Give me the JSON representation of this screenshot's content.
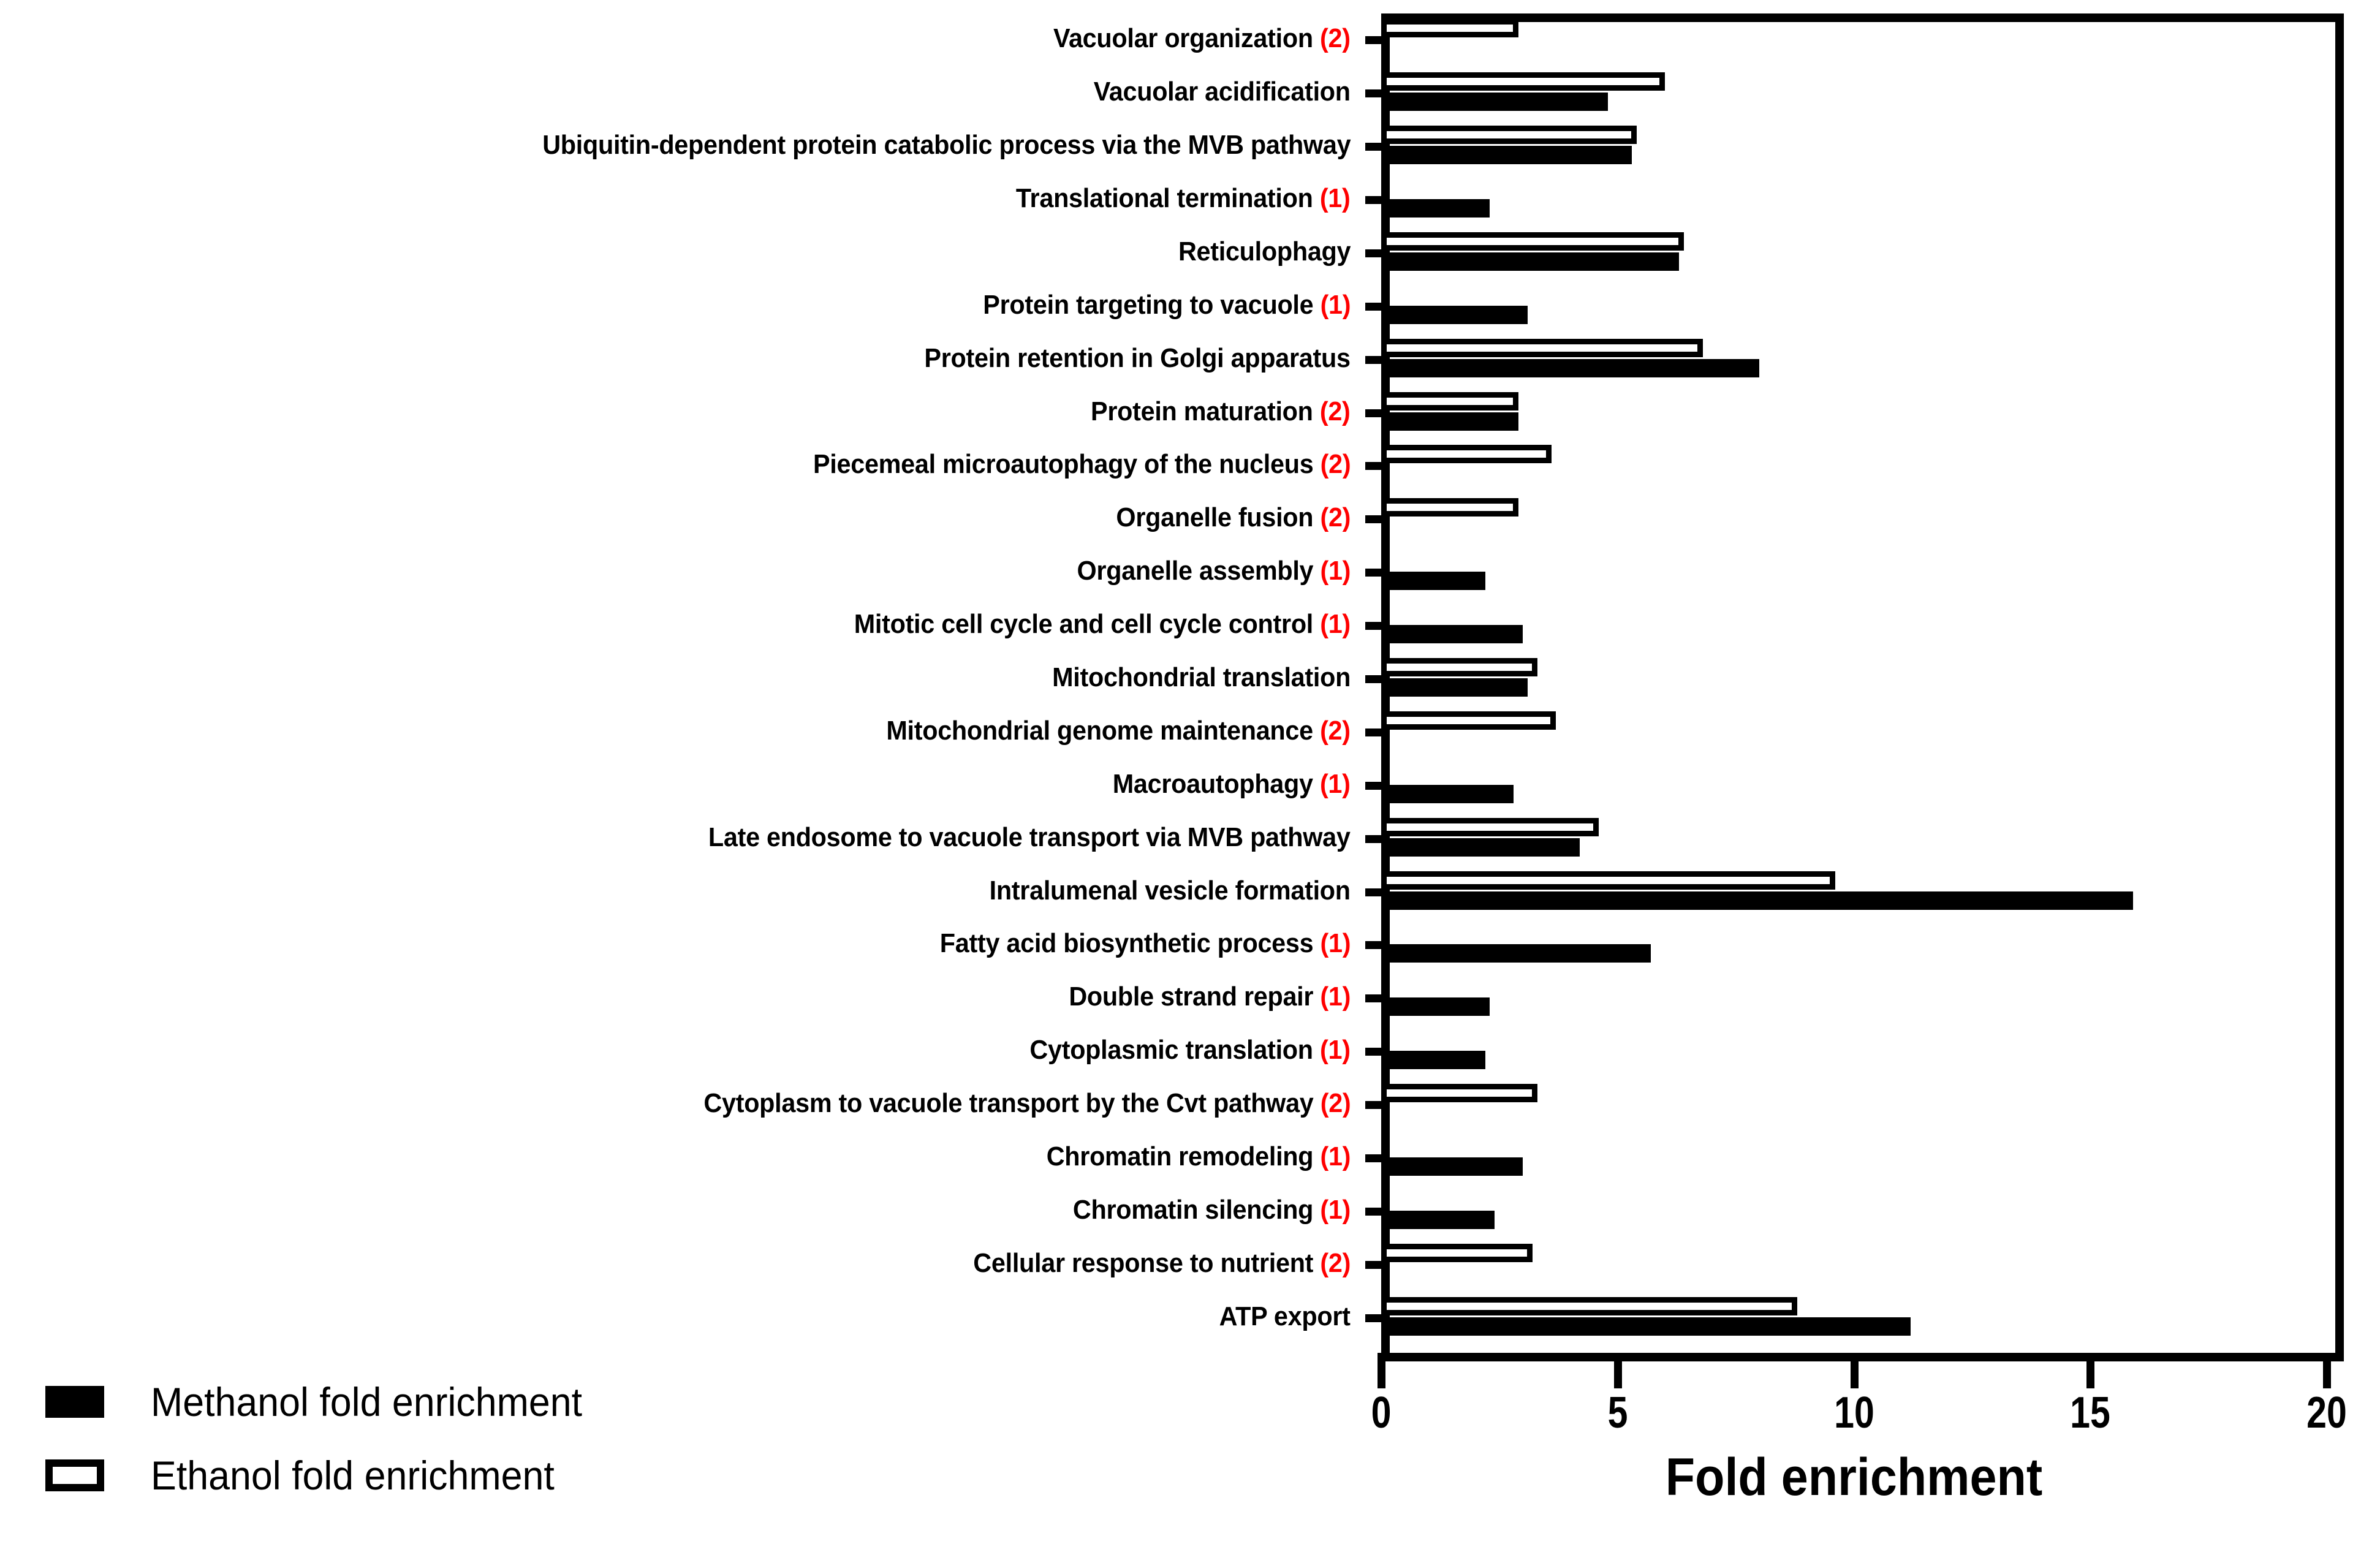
{
  "chart_data": {
    "type": "bar",
    "orientation": "horizontal",
    "title": "",
    "xlabel": "Fold enrichment",
    "ylabel": "",
    "xlim": [
      0,
      20
    ],
    "xticks": [
      0,
      5,
      10,
      15,
      20
    ],
    "grid": false,
    "legend_position": "bottom-left",
    "legend": [
      "Methanol fold enrichment",
      "Ethanol fold enrichment"
    ],
    "series": [
      {
        "name": "Methanol fold enrichment",
        "style": "filled-black",
        "values": [
          null,
          4.8,
          5.3,
          2.3,
          6.3,
          3.1,
          8.0,
          2.9,
          null,
          null,
          2.2,
          3.0,
          3.1,
          null,
          2.8,
          4.2,
          15.9,
          5.7,
          2.3,
          2.2,
          null,
          3.0,
          2.4,
          null,
          11.2
        ]
      },
      {
        "name": "Ethanol fold enrichment",
        "style": "hollow-white",
        "values": [
          2.9,
          6.0,
          5.4,
          null,
          6.4,
          null,
          6.8,
          2.9,
          3.6,
          2.9,
          null,
          null,
          3.3,
          3.7,
          null,
          4.6,
          9.6,
          null,
          null,
          null,
          3.3,
          null,
          null,
          3.2,
          8.8
        ]
      }
    ],
    "categories": [
      "Vacuolar organization",
      "Vacuolar acidification",
      "Ubiquitin-dependent protein catabolic process via the MVB pathway",
      "Translational termination",
      "Reticulophagy",
      "Protein targeting to vacuole",
      "Protein retention in Golgi apparatus",
      "Protein maturation",
      "Piecemeal microautophagy of the nucleus",
      "Organelle fusion",
      "Organelle assembly",
      "Mitotic cell cycle and cell cycle control",
      "Mitochondrial translation",
      "Mitochondrial genome maintenance",
      "Macroautophagy",
      "Late endosome to vacuole transport via MVB pathway",
      "Intralumenal vesicle formation",
      "Fatty acid biosynthetic process",
      "Double strand repair",
      "Cytoplasmic translation",
      "Cytoplasm to vacuole transport by the Cvt pathway",
      "Chromatin remodeling",
      "Chromatin silencing",
      "Cellular response to nutrient",
      "ATP export"
    ],
    "category_counts": [
      "(2)",
      "",
      "",
      "(1)",
      "",
      "(1)",
      "",
      "(2)",
      "(2)",
      "(2)",
      "(1)",
      "(1)",
      "",
      "(2)",
      "(1)",
      "",
      "",
      "(1)",
      "(1)",
      "(1)",
      "(2)",
      "(1)",
      "(1)",
      "(2)",
      ""
    ],
    "annotations_note": "Red parenthetical numbers after some category names"
  },
  "axis": {
    "xticklabels": [
      "0",
      "5",
      "10",
      "15",
      "20"
    ],
    "xtitle": "Fold enrichment"
  },
  "legend": {
    "items": [
      {
        "label": "Methanol fold enrichment",
        "swatch": "filled-black-square"
      },
      {
        "label": "Ethanol fold enrichment",
        "swatch": "hollow-white-square"
      }
    ]
  },
  "colors": {
    "methanol": "#000000",
    "ethanol_fill": "#ffffff",
    "ethanol_border": "#000000",
    "count_annotation": "#ff0000",
    "axis": "#000000",
    "background": "#ffffff"
  }
}
